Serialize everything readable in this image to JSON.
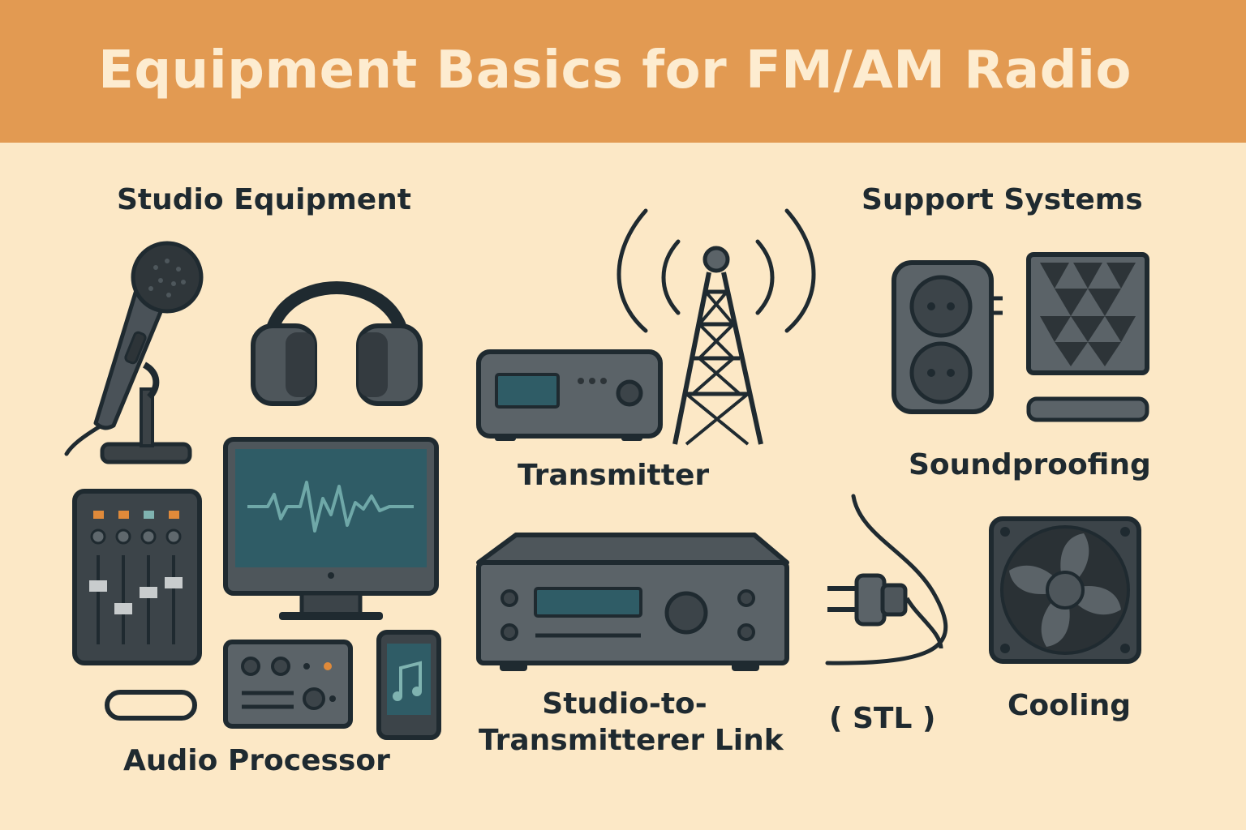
{
  "title": "Equipment Basics for FM/AM Radio",
  "sections": {
    "studio": "Studio Equipment",
    "support": "Support Systems"
  },
  "labels": {
    "transmitter": "Transmitter",
    "soundproofing": "Soundproofing",
    "audio_processor": "Audio Processor",
    "stl_line1": "Studio-to-",
    "stl_line2": "Transmitterer Link",
    "stl_abbr": "( STL )",
    "cooling": "Cooling"
  },
  "colors": {
    "banner": "#e29a52",
    "background": "#fce8c6",
    "ink": "#1f2a30",
    "device_gray": "#5b6368",
    "screen_teal": "#2f5c66",
    "accent_orange": "#e08a3a"
  },
  "icons": [
    "microphone-icon",
    "headphones-icon",
    "mixer-icon",
    "monitor-icon",
    "audio-processor-icon",
    "smartphone-music-icon",
    "transmitter-unit-icon",
    "radio-tower-icon",
    "power-outlet-icon",
    "acoustic-panel-icon",
    "stl-receiver-icon",
    "power-plug-icon",
    "cooling-fan-icon"
  ]
}
